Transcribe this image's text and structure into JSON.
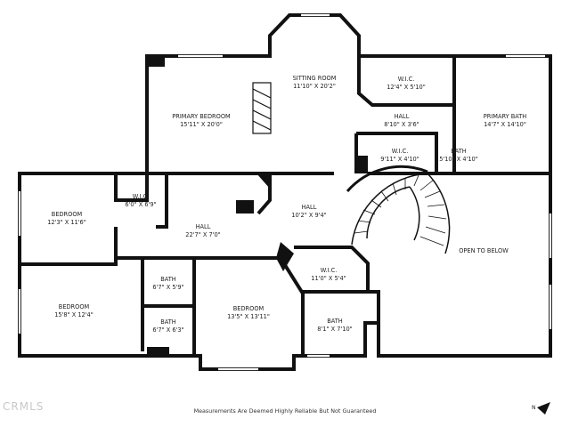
{
  "rooms": {
    "sitting_room": {
      "name": "SITTING ROOM",
      "dims": "11'10\" X 20'2\""
    },
    "wic_top": {
      "name": "W.I.C.",
      "dims": "12'4\" X 5'10\""
    },
    "primary_bedroom": {
      "name": "PRIMARY BEDROOM",
      "dims": "15'11\" X 20'0\""
    },
    "hall_top": {
      "name": "HALL",
      "dims": "8'10\" X 3'6\""
    },
    "primary_bath": {
      "name": "PRIMARY BATH",
      "dims": "14'7\" X 14'10\""
    },
    "wic_mid": {
      "name": "W.I.C.",
      "dims": "9'11\" X 4'10\""
    },
    "bath_small": {
      "name": "BATH",
      "dims": "5'10\" X 4'10\""
    },
    "wic_left": {
      "name": "W.I.C.",
      "dims": "6'0\" X 6'9\""
    },
    "hall_center": {
      "name": "HALL",
      "dims": "10'2\" X 9'4\""
    },
    "bedroom_left_top": {
      "name": "BEDROOM",
      "dims": "12'3\" X 11'6\""
    },
    "hall_left": {
      "name": "HALL",
      "dims": "22'7\" X 7'0\""
    },
    "open_to_below": {
      "name": "OPEN TO BELOW",
      "dims": ""
    },
    "wic_lower": {
      "name": "W.I.C.",
      "dims": "11'0\" X 5'4\""
    },
    "bath_upper_mid": {
      "name": "BATH",
      "dims": "6'7\" X 5'9\""
    },
    "bedroom_left_bottom": {
      "name": "BEDROOM",
      "dims": "15'8\" X 12'4\""
    },
    "bedroom_center": {
      "name": "BEDROOM",
      "dims": "13'5\" X 13'11\""
    },
    "bath_lower_mid": {
      "name": "BATH",
      "dims": "6'7\" X 6'3\""
    },
    "bath_lower_right": {
      "name": "BATH",
      "dims": "8'1\" X 7'10\""
    }
  },
  "footer": {
    "disclaimer": "Measurements Are Deemed Highly Reliable But Not Guaranteed"
  },
  "watermark": {
    "text": "CRMLS"
  },
  "compass": {
    "label": "N"
  },
  "colors": {
    "wall": "#111111",
    "window": "#ffffff",
    "background": "#ffffff"
  }
}
